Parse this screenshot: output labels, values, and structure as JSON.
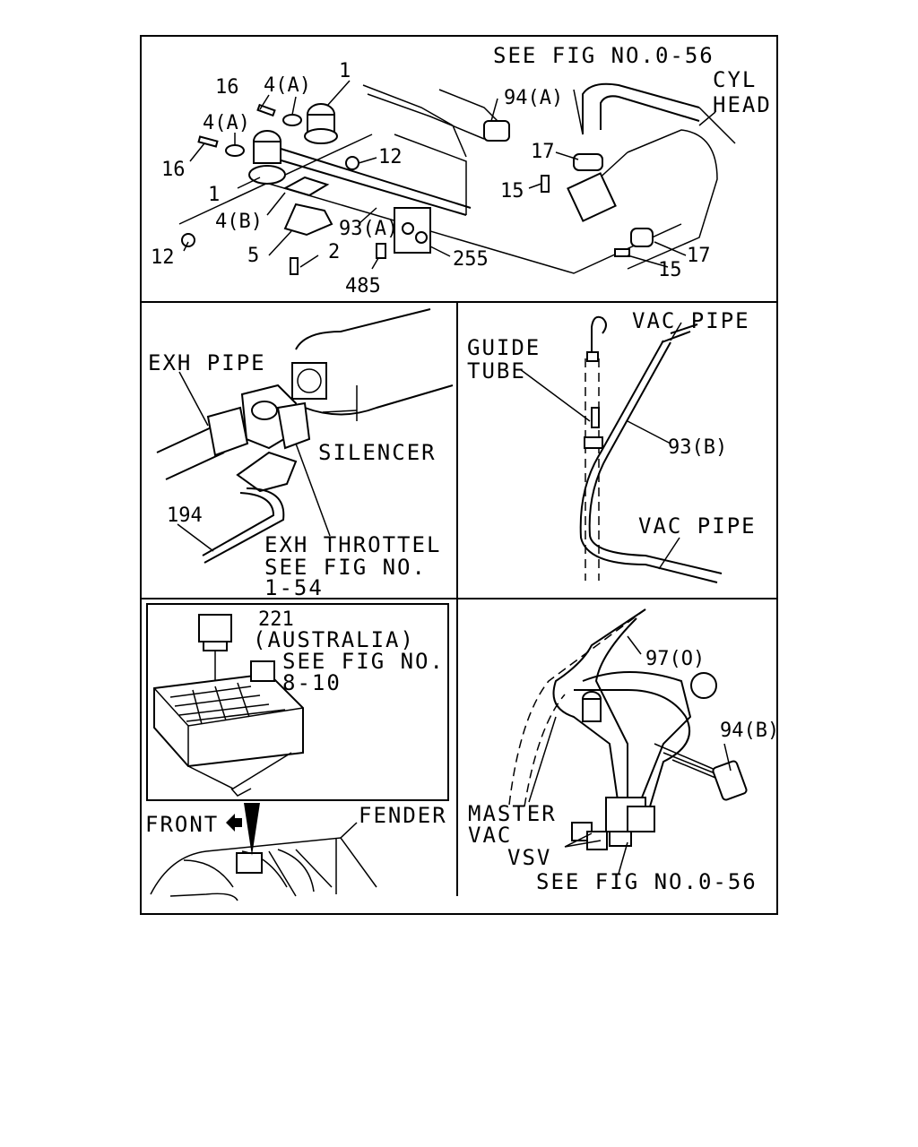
{
  "panels": {
    "top": {
      "labels": {
        "see_fig": "SEE FIG NO.0-56",
        "cyl": "CYL",
        "head": "HEAD"
      },
      "callouts": {
        "c1a": "1",
        "c1b": "1",
        "c16a": "16",
        "c16b": "16",
        "c4a1": "4(A)",
        "c4a2": "4(A)",
        "c4b": "4(B)",
        "c12a": "12",
        "c12b": "12",
        "c5": "5",
        "c2": "2",
        "c93a": "93(A)",
        "c94a": "94(A)",
        "c485": "485",
        "c255": "255",
        "c17a": "17",
        "c17b": "17",
        "c15a": "15",
        "c15b": "15"
      }
    },
    "middle_left": {
      "labels": {
        "exh_pipe": "EXH PIPE",
        "silencer": "SILENCER",
        "exh_throttel": "EXH THROTTEL",
        "see_fig": "SEE FIG NO.",
        "fig_ref": "1-54"
      },
      "callouts": {
        "c194": "194"
      }
    },
    "middle_right": {
      "labels": {
        "vac_pipe_top": "VAC PIPE",
        "guide": "GUIDE",
        "tube": "TUBE",
        "vac_pipe_bottom": "VAC PIPE"
      },
      "callouts": {
        "c93b": "93(B)"
      }
    },
    "bottom_left": {
      "labels": {
        "australia": "(AUSTRALIA)",
        "see_fig": "SEE FIG NO.",
        "fig_ref": "8-10",
        "front": "FRONT",
        "fender": "FENDER"
      },
      "callouts": {
        "c221": "221"
      }
    },
    "bottom_right": {
      "labels": {
        "master": "MASTER",
        "vac": "VAC",
        "vsv": "VSV",
        "see_fig": "SEE FIG NO.0-56"
      },
      "callouts": {
        "c97o": "97(O)",
        "c94b": "94(B)"
      }
    }
  }
}
